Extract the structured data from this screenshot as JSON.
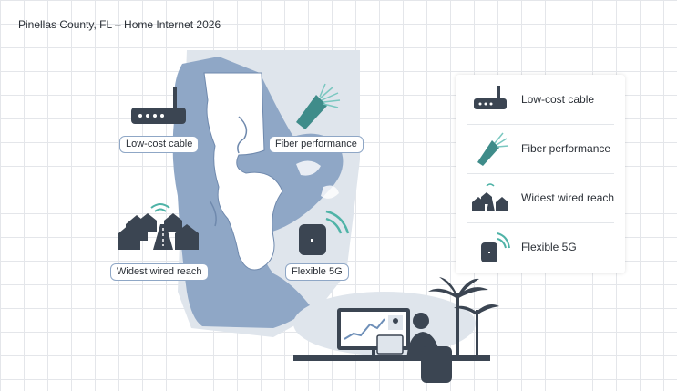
{
  "title": "Pinellas County, FL – Home Internet 2026",
  "callouts": {
    "cable": "Low-cost cable",
    "fiber": "Fiber performance",
    "reach": "Widest wired reach",
    "fiveg": "Flexible 5G"
  },
  "legend": {
    "items": [
      {
        "label": "Low-cost cable",
        "icon": "router-icon"
      },
      {
        "label": "Fiber performance",
        "icon": "fiber-cable-icon"
      },
      {
        "label": "Widest wired reach",
        "icon": "houses-road-icon"
      },
      {
        "label": "Flexible 5G",
        "icon": "5g-gateway-icon"
      }
    ]
  },
  "colors": {
    "land": "#ffffff",
    "water": "#8fa7c6",
    "water_light": "#dfe5ec",
    "icon_dark": "#3b4552",
    "fiber_teal": "#3f8c8a",
    "signal_teal": "#4fb3a7",
    "screen_chart": "#6e8fb8"
  }
}
